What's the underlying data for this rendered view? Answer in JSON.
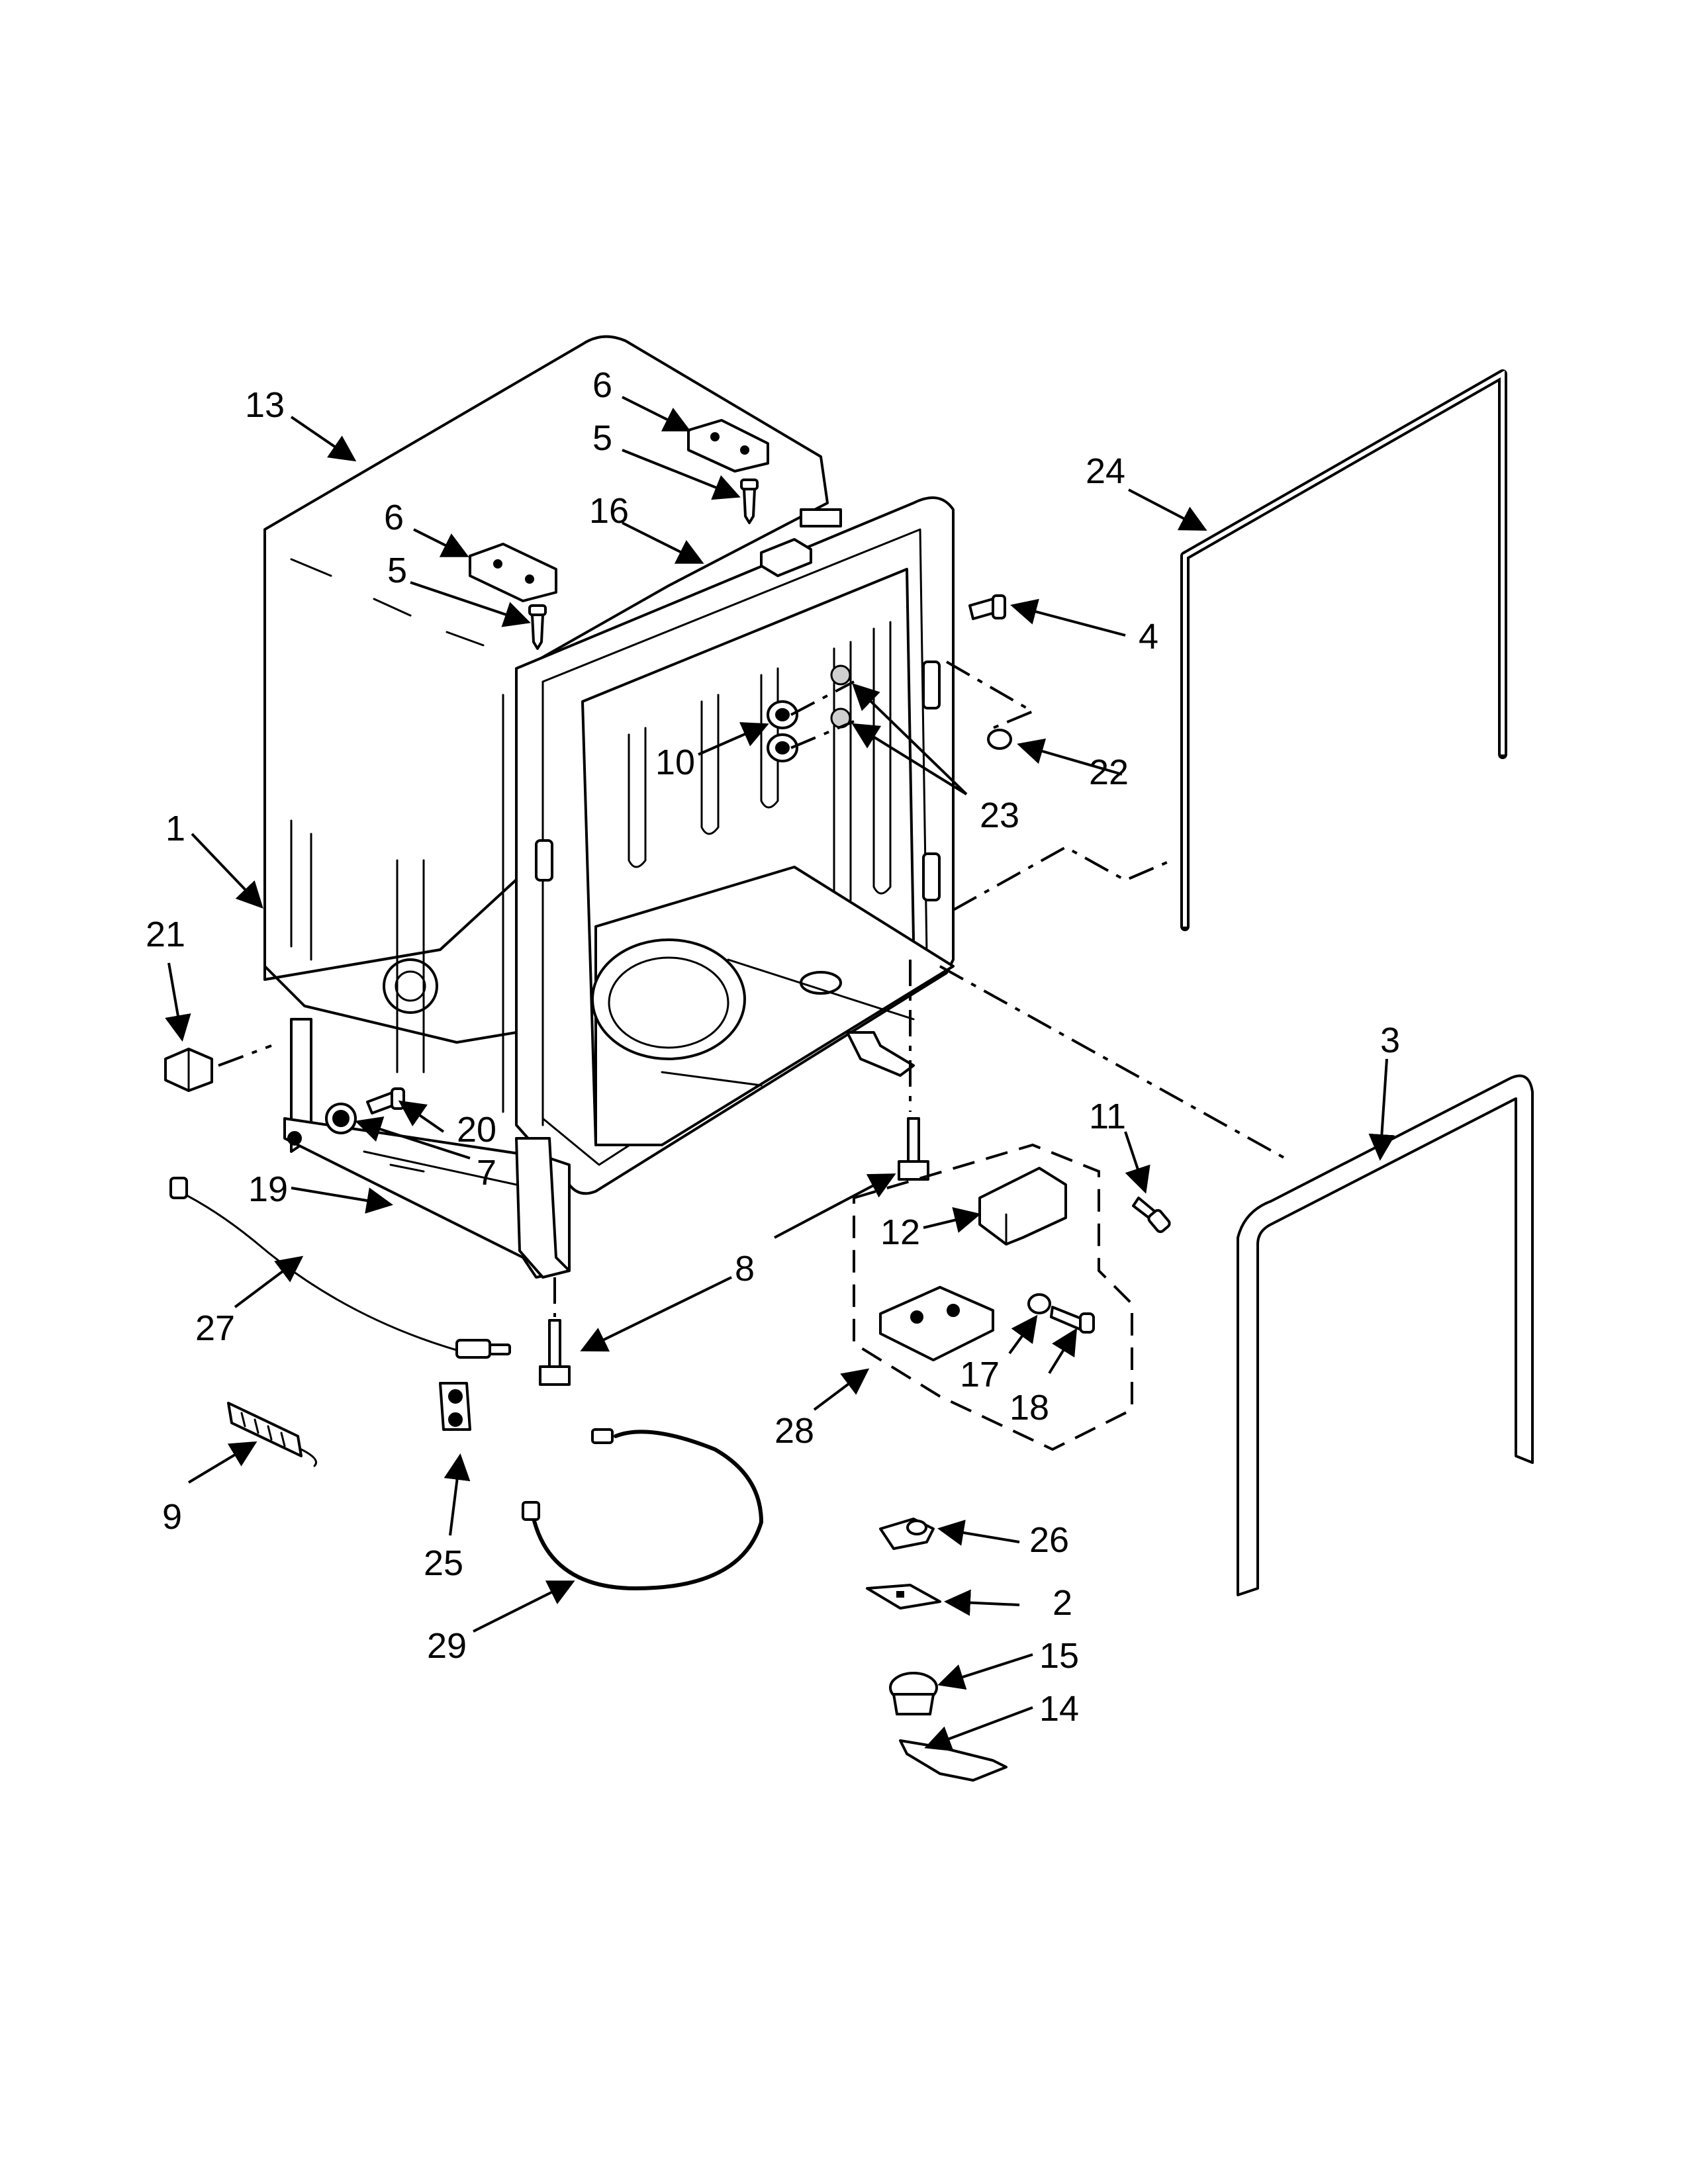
{
  "callouts": [
    {
      "label": "1",
      "part": "tub-insulation-side"
    },
    {
      "label": "2",
      "part": "clip"
    },
    {
      "label": "3",
      "part": "tub-gasket-lower"
    },
    {
      "label": "4",
      "part": "screw"
    },
    {
      "label": "5",
      "part": "screw"
    },
    {
      "label": "5",
      "part": "screw"
    },
    {
      "label": "6",
      "part": "mounting-bracket"
    },
    {
      "label": "6",
      "part": "mounting-bracket"
    },
    {
      "label": "7",
      "part": "grommet"
    },
    {
      "label": "8",
      "part": "leveling-leg"
    },
    {
      "label": "9",
      "part": "door-spring"
    },
    {
      "label": "10",
      "part": "grommet"
    },
    {
      "label": "11",
      "part": "screw"
    },
    {
      "label": "12",
      "part": "junction-box-cover"
    },
    {
      "label": "13",
      "part": "tub-insulation-top"
    },
    {
      "label": "14",
      "part": "thermostat-bracket"
    },
    {
      "label": "15",
      "part": "thermostat"
    },
    {
      "label": "16",
      "part": "clip"
    },
    {
      "label": "17",
      "part": "strain-relief"
    },
    {
      "label": "18",
      "part": "screw"
    },
    {
      "label": "19",
      "part": "base"
    },
    {
      "label": "20",
      "part": "screw"
    },
    {
      "label": "21",
      "part": "cap"
    },
    {
      "label": "22",
      "part": "plug"
    },
    {
      "label": "23",
      "part": "washer"
    },
    {
      "label": "24",
      "part": "tub-gasket-upper"
    },
    {
      "label": "25",
      "part": "grommet"
    },
    {
      "label": "26",
      "part": "cable-clamp"
    },
    {
      "label": "27",
      "part": "wire-harness"
    },
    {
      "label": "28",
      "part": "junction-box-assembly"
    },
    {
      "label": "29",
      "part": "wire-harness"
    }
  ]
}
